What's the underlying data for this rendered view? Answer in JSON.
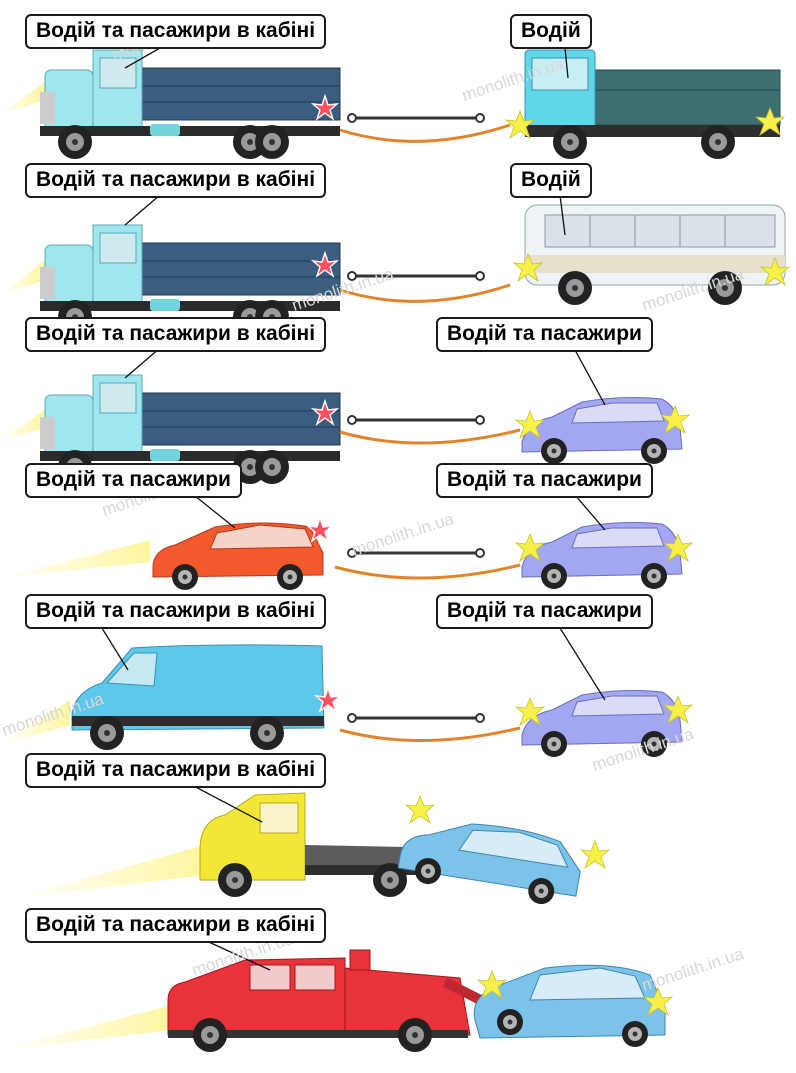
{
  "labels": {
    "row1_left": "Водій та пасажири в кабіні",
    "row1_right": "Водій",
    "row2_left": "Водій та пасажири в кабіні",
    "row2_right": "Водій",
    "row3_left": "Водій та пасажири в кабіні",
    "row3_right": "Водій та пасажири",
    "row4_left": "Водій та пасажири",
    "row4_right": "Водій та пасажири",
    "row5_left": "Водій та пасажири в кабіні",
    "row5_right": "Водій та пасажири",
    "row6_left": "Водій та пасажири в кабіні",
    "row7_left": "Водій та пасажири в кабіні"
  },
  "watermark": "monolith.in.ua",
  "colors": {
    "truck_cab": "#9fe6ef",
    "truck_bed": "#3b5e80",
    "truck2_cab": "#5fd6ea",
    "truck2_bed": "#3e6f70",
    "bus": "#eef3f6",
    "minivan": "#a3a6f0",
    "suv": "#f25a2e",
    "van": "#5dc7ec",
    "flatbed_cab": "#f4e637",
    "car_blue": "#7cc3ea",
    "tow_truck": "#e8333b",
    "headlight": "#fff59a",
    "hazard": "#f6f048",
    "tow_rope": "#e0852b"
  }
}
